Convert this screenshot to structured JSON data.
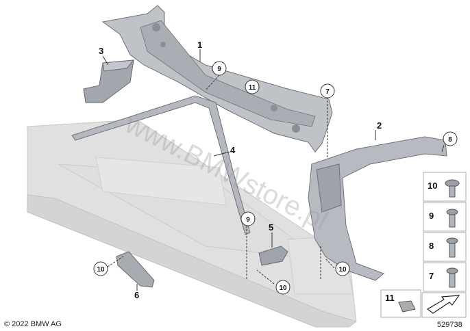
{
  "diagram": {
    "callouts": [
      {
        "id": "c1",
        "text": "1"
      },
      {
        "id": "c2",
        "text": "2"
      },
      {
        "id": "c3",
        "text": "3"
      },
      {
        "id": "c4",
        "text": "4"
      },
      {
        "id": "c5",
        "text": "5"
      },
      {
        "id": "c6",
        "text": "6"
      }
    ],
    "circled_callouts": [
      {
        "id": "k9a",
        "text": "9"
      },
      {
        "id": "k11",
        "text": "11"
      },
      {
        "id": "k7",
        "text": "7"
      },
      {
        "id": "k8",
        "text": "8"
      },
      {
        "id": "k9b",
        "text": "9"
      },
      {
        "id": "k10a",
        "text": "10"
      },
      {
        "id": "k10b",
        "text": "10"
      },
      {
        "id": "k10c",
        "text": "10"
      }
    ],
    "fastener_legend": [
      {
        "id": "f10",
        "text": "10"
      },
      {
        "id": "f9",
        "text": "9"
      },
      {
        "id": "f8",
        "text": "8"
      },
      {
        "id": "f7",
        "text": "7"
      }
    ],
    "clip_legend": {
      "text": "11"
    },
    "watermark": "www.BMWstore.pl",
    "copyright": "© 2022 BMW AG",
    "diagram_number": "529738",
    "colors": {
      "part": "#b8bcc2",
      "part_dark": "#7d8289",
      "ghost": "#d6d6d6",
      "line": "#333333"
    }
  }
}
